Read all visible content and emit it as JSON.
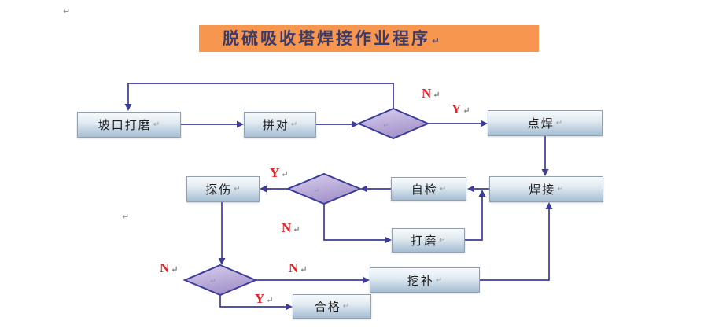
{
  "title_banner": {
    "text": "脱硫吸收塔焊接作业程序",
    "bg_color": "#F7964F",
    "text_color": "#3B3B68"
  },
  "marks": {
    "return": "↵"
  },
  "flowchart": {
    "process_nodes": [
      {
        "id": "groove-grinding",
        "label": "坡口打磨"
      },
      {
        "id": "fit-up",
        "label": "拼对"
      },
      {
        "id": "tack-weld",
        "label": "点焊"
      },
      {
        "id": "weld",
        "label": "焊接"
      },
      {
        "id": "self-check",
        "label": "自检"
      },
      {
        "id": "flaw-detection",
        "label": "探伤"
      },
      {
        "id": "grind",
        "label": "打磨"
      },
      {
        "id": "dig-repair",
        "label": "挖补"
      },
      {
        "id": "qualified",
        "label": "合格"
      }
    ],
    "decision_nodes": [
      {
        "id": "decision-1",
        "label": ""
      },
      {
        "id": "decision-2",
        "label": ""
      },
      {
        "id": "decision-3",
        "label": ""
      }
    ],
    "branch_labels": [
      {
        "id": "d1-no",
        "text": "N"
      },
      {
        "id": "d1-yes",
        "text": "Y"
      },
      {
        "id": "d2-yes",
        "text": "Y"
      },
      {
        "id": "d2-no",
        "text": "N"
      },
      {
        "id": "d3-no-left",
        "text": "N"
      },
      {
        "id": "d3-no",
        "text": "N"
      },
      {
        "id": "d3-yes",
        "text": "Y"
      }
    ],
    "colors": {
      "connector_line": "#3C3C99",
      "branch_label": "#E3242B",
      "process_fill_top": "#F7FAFC",
      "process_fill_bottom": "#A5BDD3",
      "process_border": "#93A0AD",
      "decision_fill_top": "#DAD1EE",
      "decision_fill_bottom": "#A493CB",
      "decision_border": "#3C3C99"
    }
  }
}
